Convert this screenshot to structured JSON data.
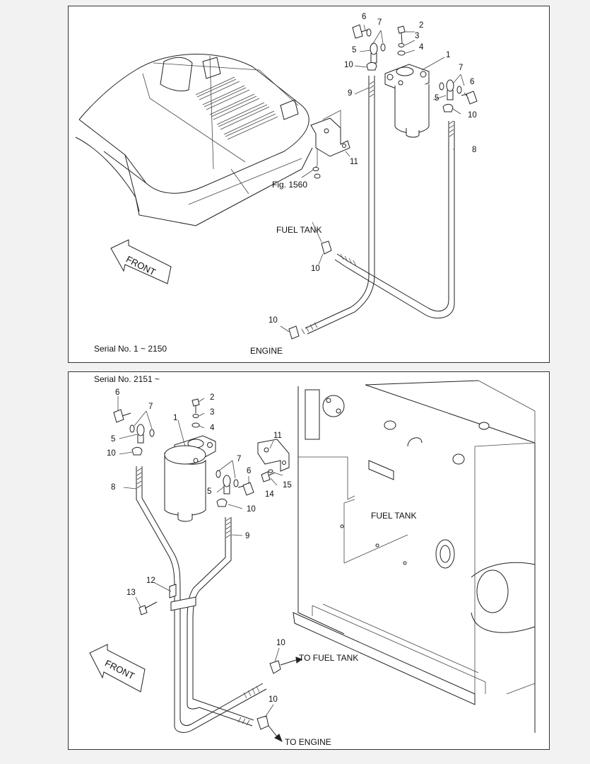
{
  "top": {
    "serial": "Serial No. 1 ~ 2150",
    "fig_ref": "Fig. 1560",
    "fuel_tank": "FUEL TANK",
    "engine": "ENGINE",
    "front": "FRONT",
    "callouts": {
      "c1": "1",
      "c2": "2",
      "c3": "3",
      "c4": "4",
      "c5a": "5",
      "c5b": "5",
      "c6a": "6",
      "c6b": "6",
      "c7a": "7",
      "c7b": "7",
      "c8": "8",
      "c9": "9",
      "c10a": "10",
      "c10b": "10",
      "c10c": "10",
      "c10d": "10",
      "c11": "11"
    }
  },
  "bottom": {
    "serial": "Serial No. 2151 ~",
    "fuel_tank": "FUEL TANK",
    "to_fuel_tank": "TO FUEL TANK",
    "to_engine": "TO ENGINE",
    "front": "FRONT",
    "callouts": {
      "c1": "1",
      "c2": "2",
      "c3": "3",
      "c4": "4",
      "c5a": "5",
      "c5b": "5",
      "c6a": "6",
      "c6b": "6",
      "c7a": "7",
      "c7b": "7",
      "c8": "8",
      "c9": "9",
      "c10a": "10",
      "c10b": "10",
      "c10c": "10",
      "c10d": "10",
      "c11": "11",
      "c12": "12",
      "c13": "13",
      "c14": "14",
      "c15": "15"
    }
  }
}
